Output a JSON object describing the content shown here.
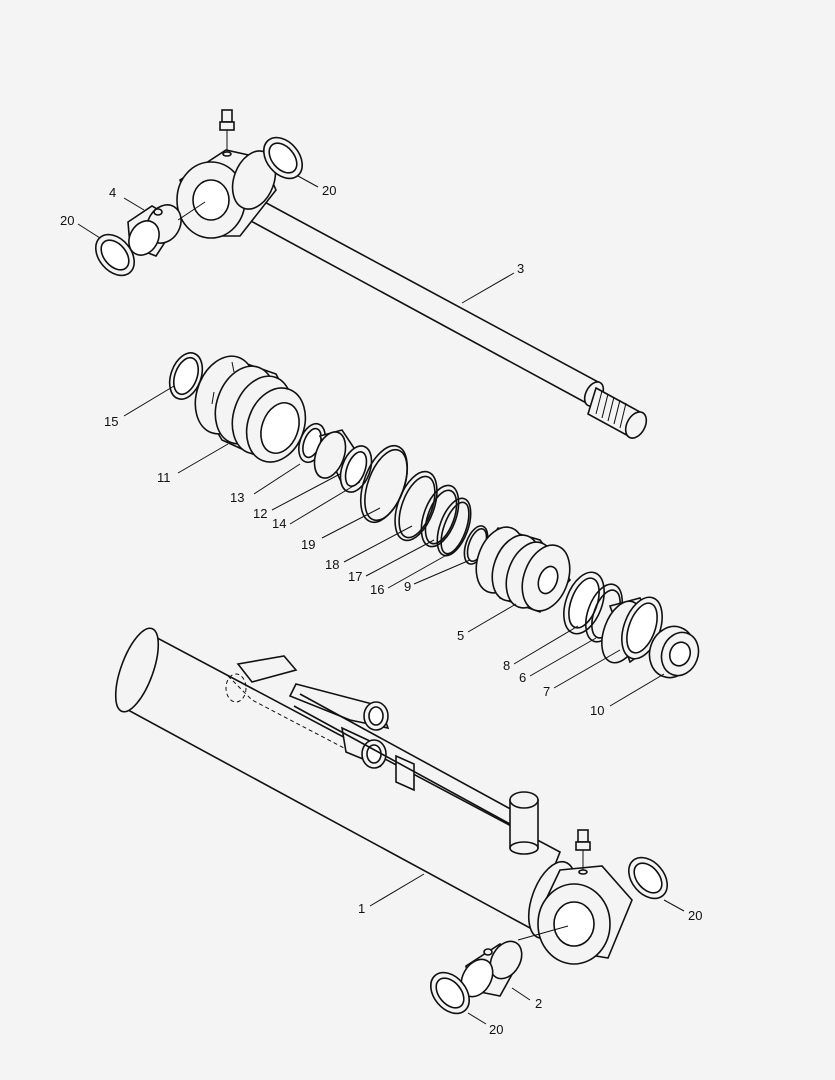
{
  "callouts": {
    "c1": "1",
    "c2": "2",
    "c3": "3",
    "c4": "4",
    "c5": "5",
    "c6": "6",
    "c7": "7",
    "c8": "8",
    "c9": "9",
    "c10": "10",
    "c11": "11",
    "c12": "12",
    "c13": "13",
    "c14": "14",
    "c15": "15",
    "c16": "16",
    "c17": "17",
    "c18": "18",
    "c19": "19",
    "c20a": "20",
    "c20b": "20",
    "c20c": "20",
    "c20d": "20"
  },
  "colors": {
    "background": "#f4f4f4",
    "line": "#111111"
  }
}
